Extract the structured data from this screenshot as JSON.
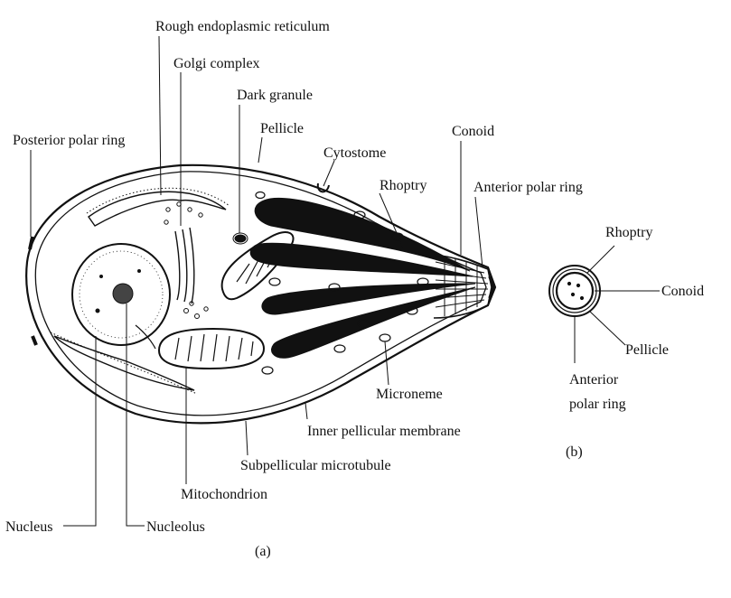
{
  "diagram": {
    "labels": {
      "rough_er": "Rough endoplasmic reticulum",
      "golgi": "Golgi complex",
      "dark_granule": "Dark granule",
      "pellicle": "Pellicle",
      "posterior_polar_ring": "Posterior polar ring",
      "cytostome": "Cytostome",
      "conoid": "Conoid",
      "rhoptry": "Rhoptry",
      "anterior_polar_ring": "Anterior polar ring",
      "microneme": "Microneme",
      "inner_pellicular_membrane": "Inner pellicular membrane",
      "subpellicular_microtubule": "Subpellicular microtubule",
      "mitochondrion": "Mitochondrion",
      "nucleus": "Nucleus",
      "nucleolus": "Nucleolus",
      "panel_a": "(a)"
    },
    "cross_section": {
      "rhoptry": "Rhoptry",
      "conoid": "Conoid",
      "pellicle": "Pellicle",
      "anterior_line1": "Anterior",
      "anterior_line2": "polar ring",
      "panel_b": "(b)"
    }
  }
}
